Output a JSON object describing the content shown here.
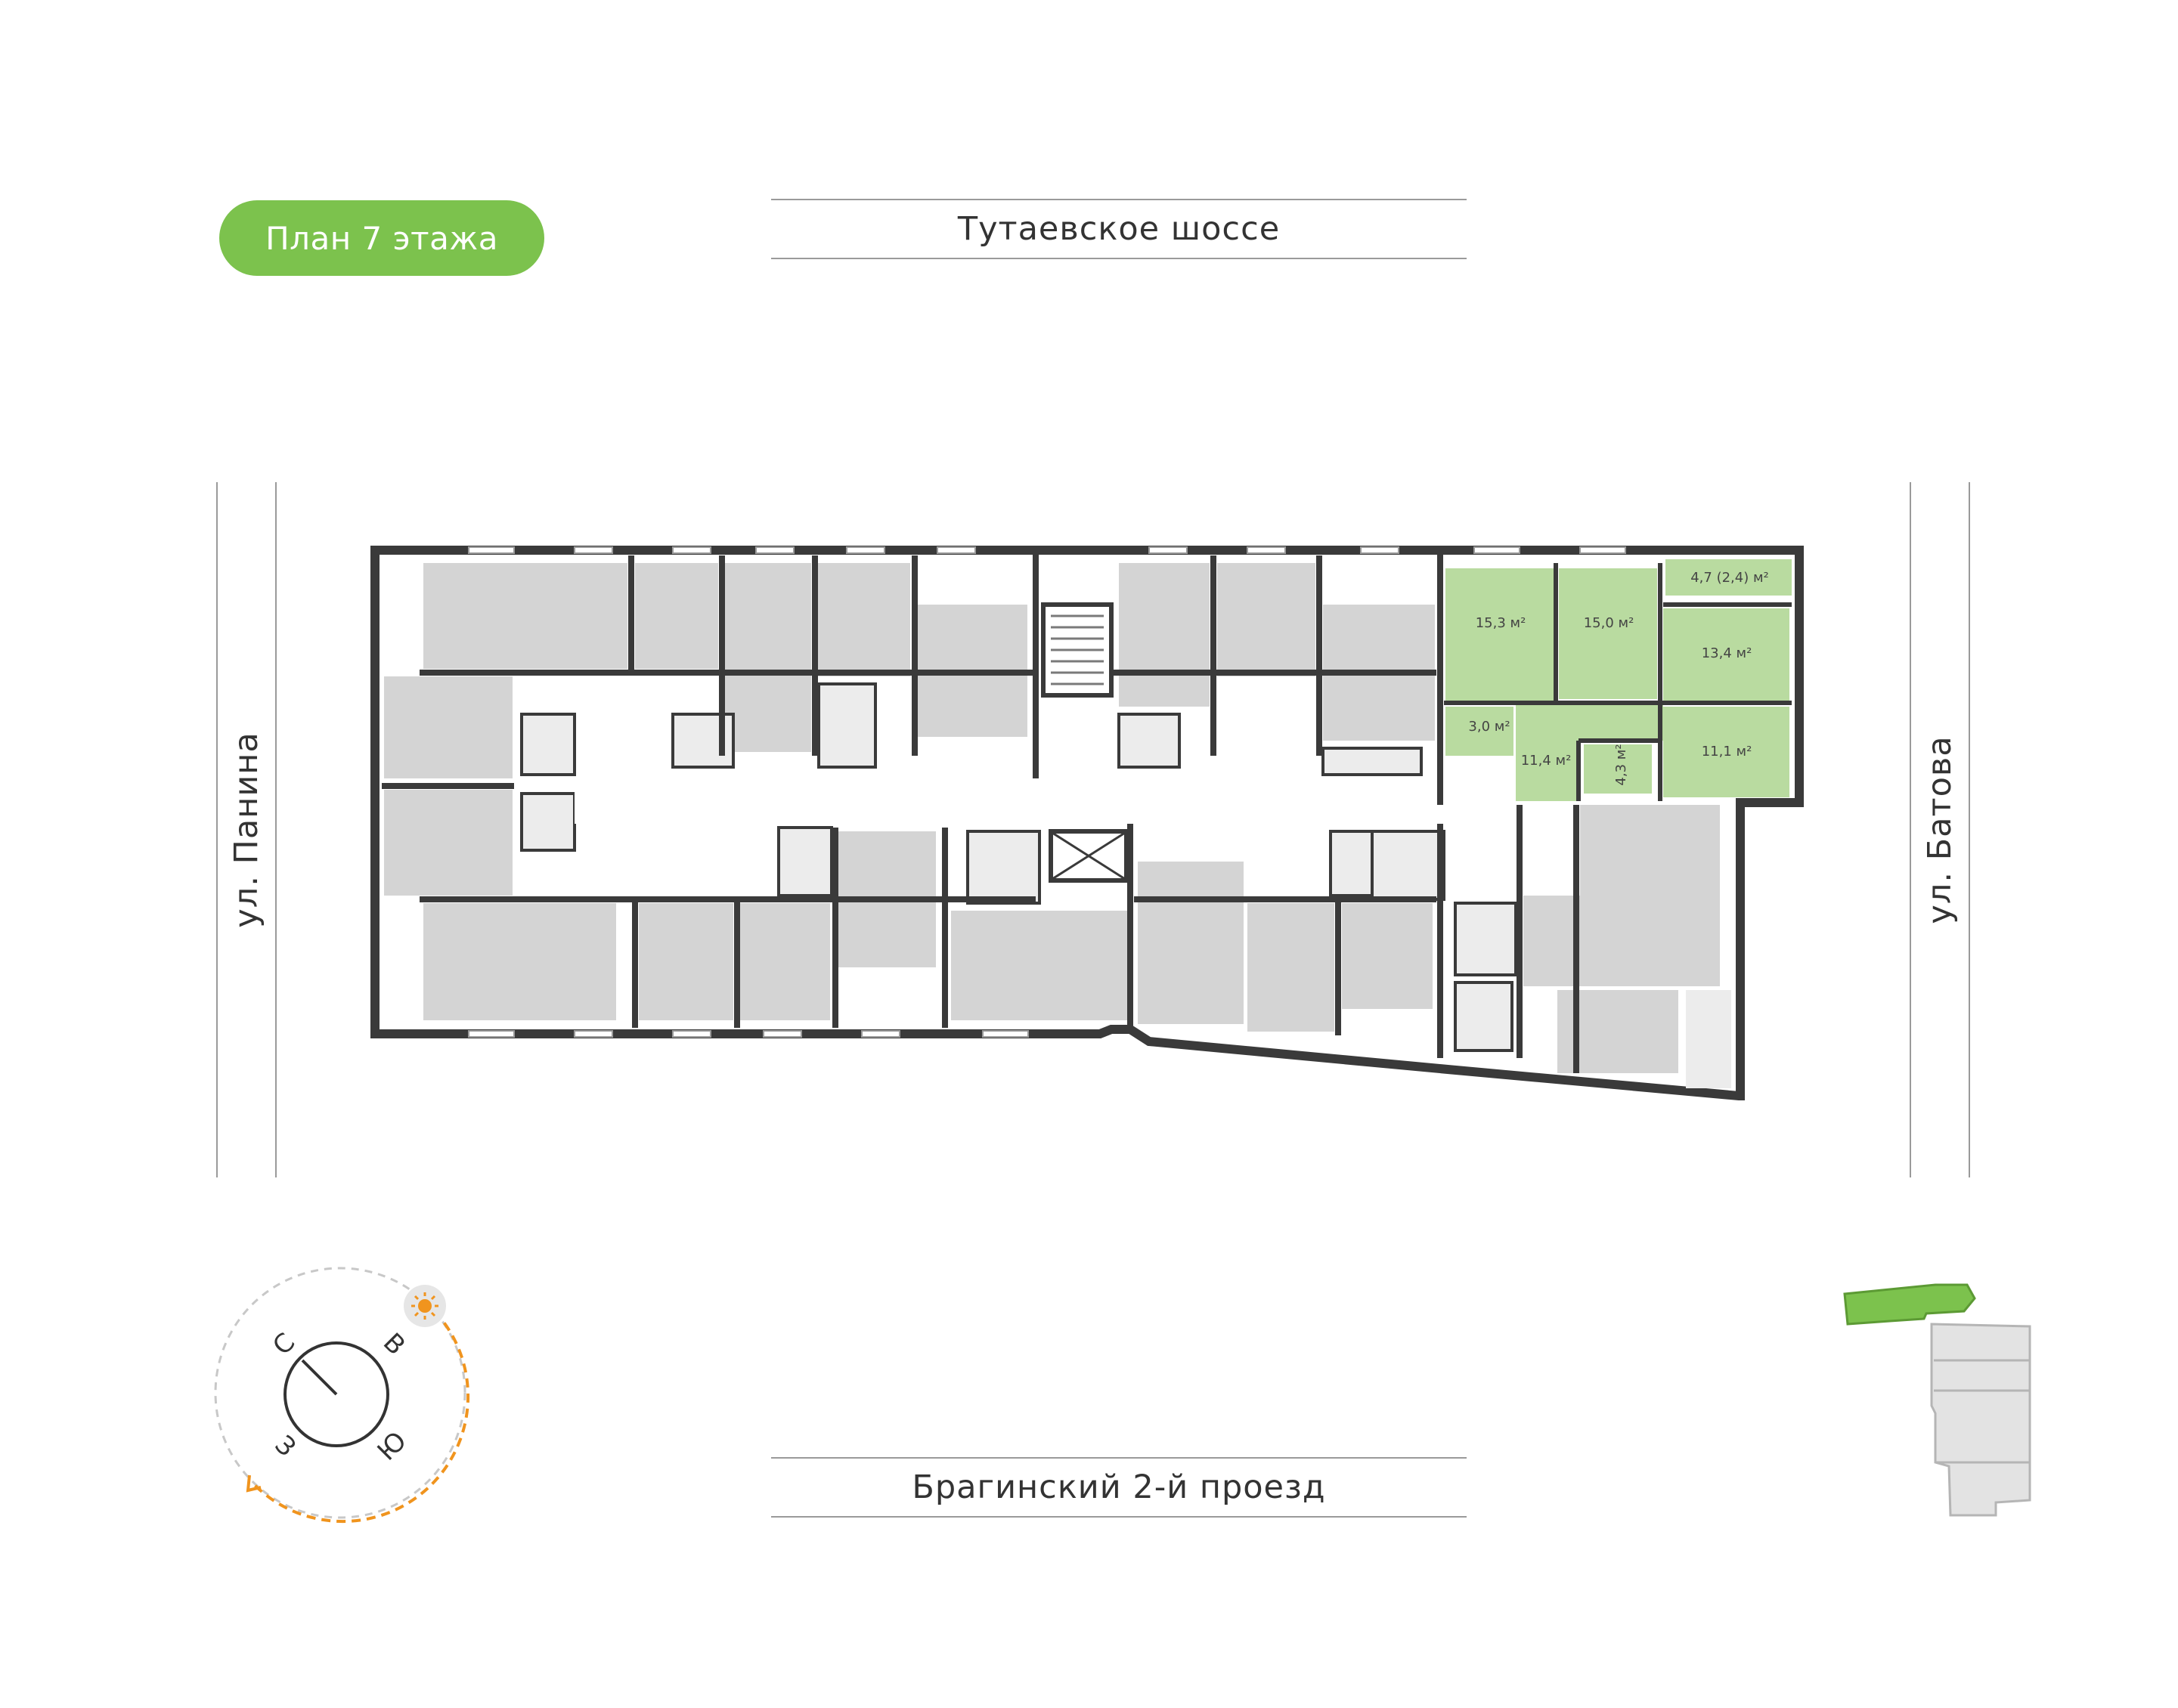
{
  "title": "План 7 этажа",
  "streets": {
    "top": "Тутаевское шоссе",
    "bottom": "Брагинский 2-й проезд",
    "left": "ул. Панина",
    "right": "ул. Батова"
  },
  "apartment": {
    "color": "#b9dba0",
    "rooms": [
      {
        "label": "15,3 м²"
      },
      {
        "label": "15,0 м²"
      },
      {
        "label": "4,7 (2,4) м²"
      },
      {
        "label": "13,4 м²"
      },
      {
        "label": "3,0 м²"
      },
      {
        "label": "11,4 м²"
      },
      {
        "label": "4,3 м²"
      },
      {
        "label": "11,1 м²"
      }
    ]
  },
  "compass": {
    "n": "С",
    "e": "В",
    "s": "Ю",
    "w": "З"
  },
  "colors": {
    "accent": "#7cc24d",
    "room": "#d4d4d4",
    "wall": "#3a3a3a",
    "sun": "#f0941e"
  }
}
